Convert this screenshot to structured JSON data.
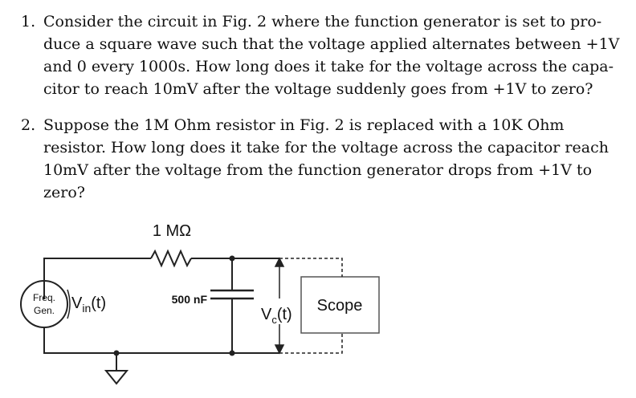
{
  "problems": [
    {
      "number": "1.",
      "lines": [
        "Consider the circuit in Fig. 2 where the function generator is set to pro-",
        "duce a square wave such that the voltage applied alternates between +1V",
        "and 0 every 1000s. How long does it take for the voltage across the capa-",
        "citor to reach 10mV after the voltage suddenly goes from +1V to zero?"
      ]
    },
    {
      "number": "2.",
      "lines": [
        "Suppose the 1M Ohm resistor in Fig. 2 is replaced with a 10K Ohm",
        "resistor. How long does it take for the voltage across the capacitor reach",
        "10mV after the voltage from the function generator drops from +1V to",
        "zero?"
      ]
    }
  ],
  "circuit": {
    "resistor_label": "1 MΩ",
    "capacitor_label": "500 nF",
    "source_label_line1": "Freq.",
    "source_label_line2": "Gen.",
    "vin_main": "V",
    "vin_sub": "in",
    "vin_suffix": "(t)",
    "vc_main": "V",
    "vc_sub": "c",
    "vc_suffix": "(t)",
    "scope_label": "Scope"
  }
}
